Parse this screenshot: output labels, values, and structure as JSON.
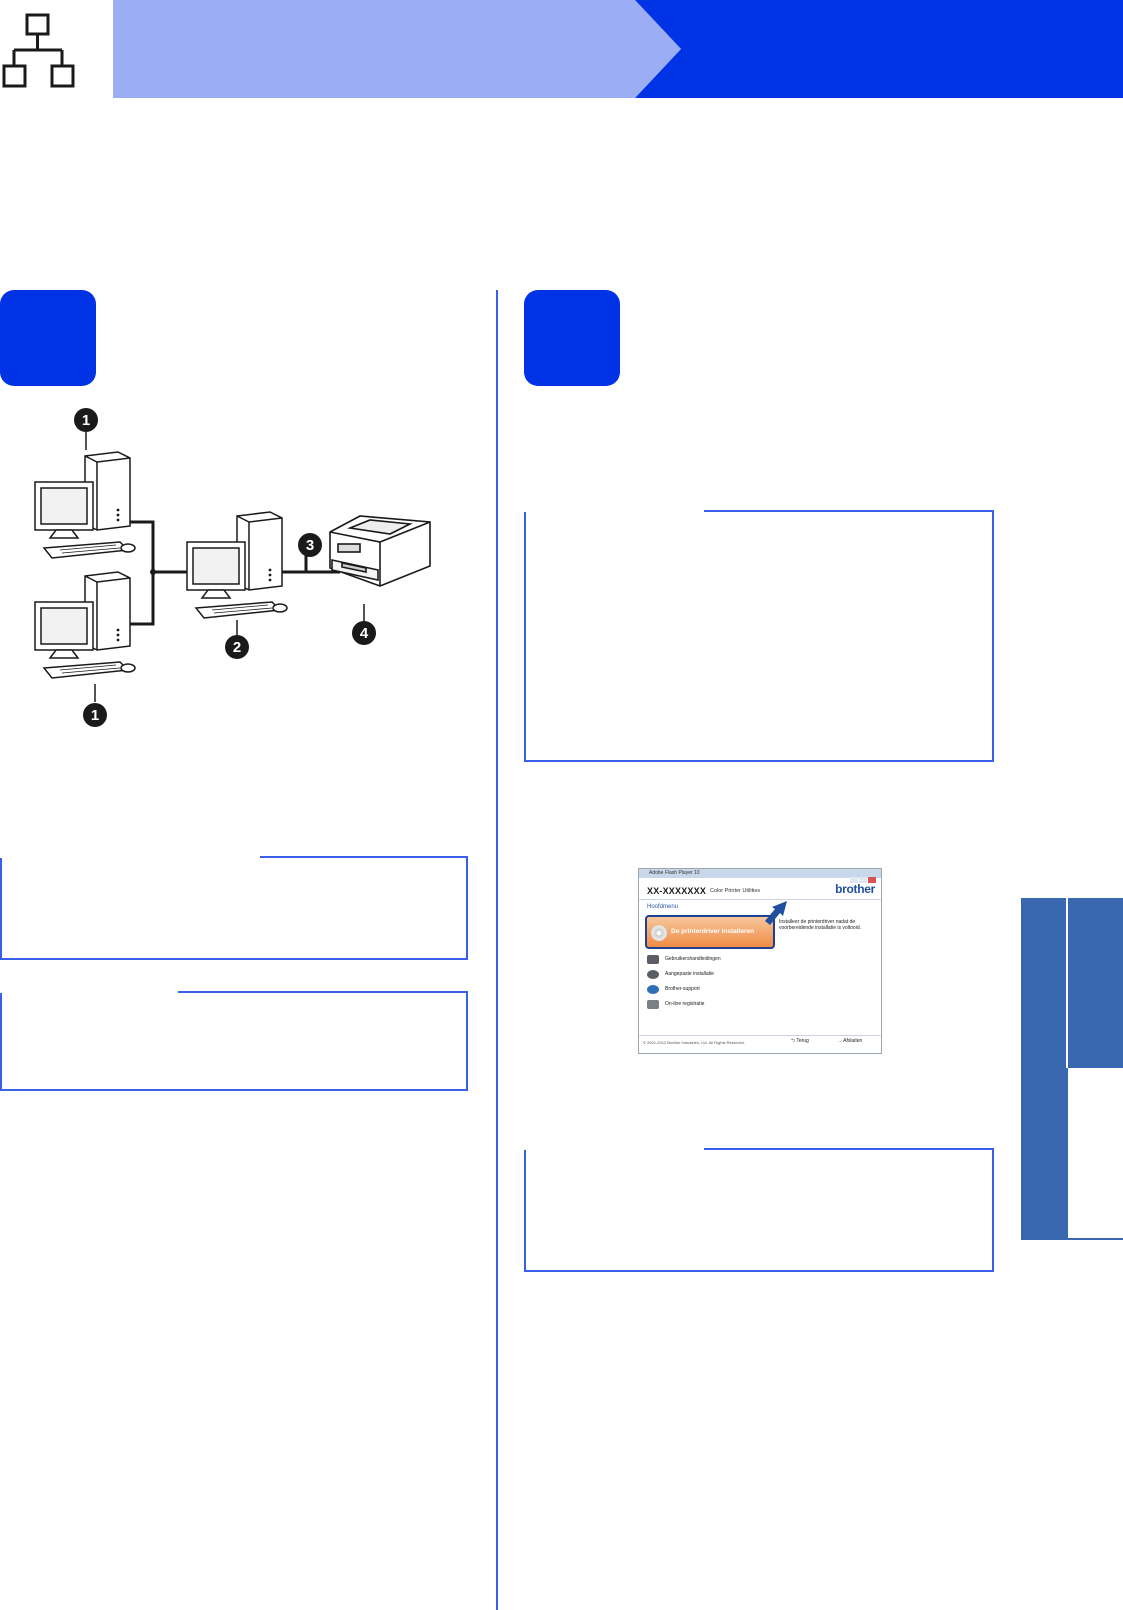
{
  "header": {
    "network_icon": "network-topology-icon",
    "banner_colors": {
      "light": "#9aadf5",
      "dark": "#0033e6"
    }
  },
  "diagram": {
    "callouts": [
      "1",
      "2",
      "3",
      "4",
      "1"
    ],
    "icons": [
      "desktop-computer-icon",
      "desktop-computer-icon",
      "desktop-computer-icon",
      "laser-printer-icon"
    ]
  },
  "screenshot": {
    "window_title": "Adobe Flash Player 10",
    "model": "XX-XXXXXXX",
    "model_subtitle": "Color Printer Utilities",
    "brand": "brother",
    "menu_heading": "Hoofdmenu",
    "install_button": "De printerdriver installeren",
    "install_description": "Installeer de printerdriver nadat de voorbereidende installatie is voltooid.",
    "menu_items": [
      "Gebruikershandleidingen",
      "Aangepaste installatie",
      "Brother-support",
      "On-line registratie"
    ],
    "copyright": "© 2001-2012 Brother Industries, Ltd. All Rights Reserved.",
    "back_label": "Terug",
    "exit_label": "Afsluiten"
  },
  "colors": {
    "accent": "#0033e6",
    "rule": "#3a5fe8",
    "side_tab": "#3a68b0"
  }
}
